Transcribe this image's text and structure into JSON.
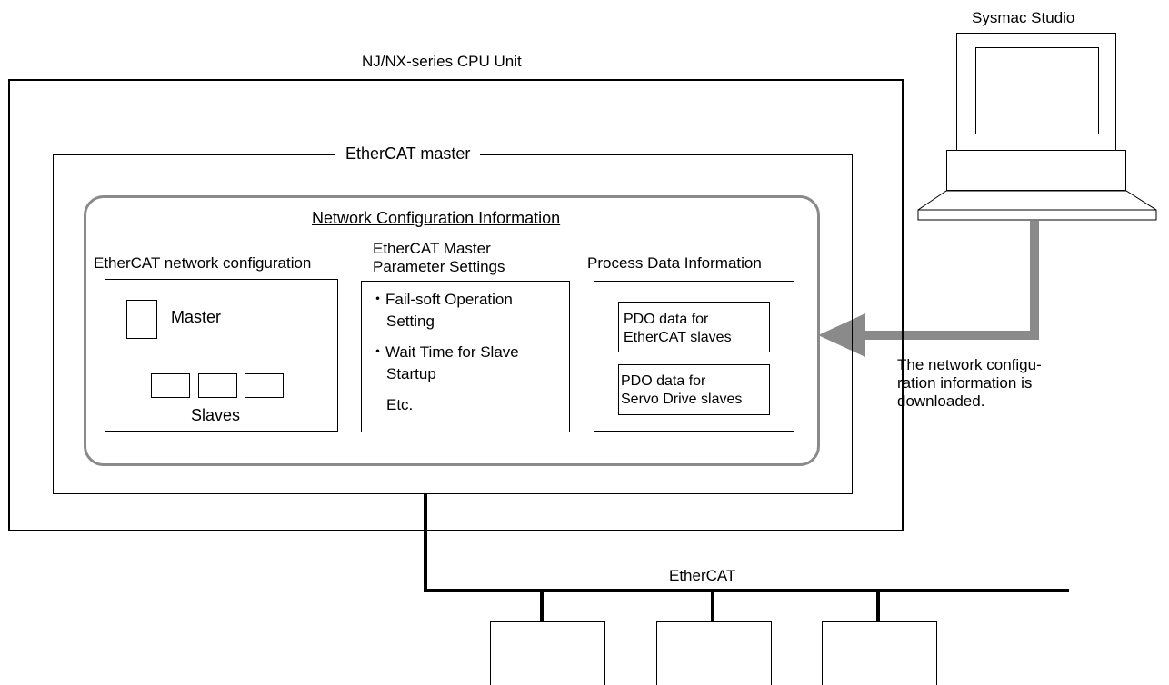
{
  "sysmac_label": "Sysmac Studio",
  "cpu_label": "NJ/NX-series CPU Unit",
  "master_label": "EtherCAT master",
  "netconf": {
    "title": "Network Configuration Information",
    "col1_title": "EtherCAT network configuration",
    "col1_master": "Master",
    "col1_slaves": "Slaves",
    "col2_title_line1": "EtherCAT Master",
    "col2_title_line2": "Parameter Settings",
    "col2_items": [
      "・Fail-soft Operation",
      "Setting",
      "・Wait Time for Slave",
      "Startup",
      "Etc."
    ],
    "col3_title": "Process Data Information",
    "pdo1_line1": "PDO data for",
    "pdo1_line2": "EtherCAT slaves",
    "pdo2_line1": "PDO data for",
    "pdo2_line2": "Servo Drive slaves"
  },
  "download_note": [
    "The network configu-",
    "ration information is",
    "downloaded."
  ],
  "bus_label": "EtherCAT",
  "colors": {
    "line": "#000000",
    "rounded_border": "#8a8a8a",
    "arrow": "#8a8a8a"
  }
}
